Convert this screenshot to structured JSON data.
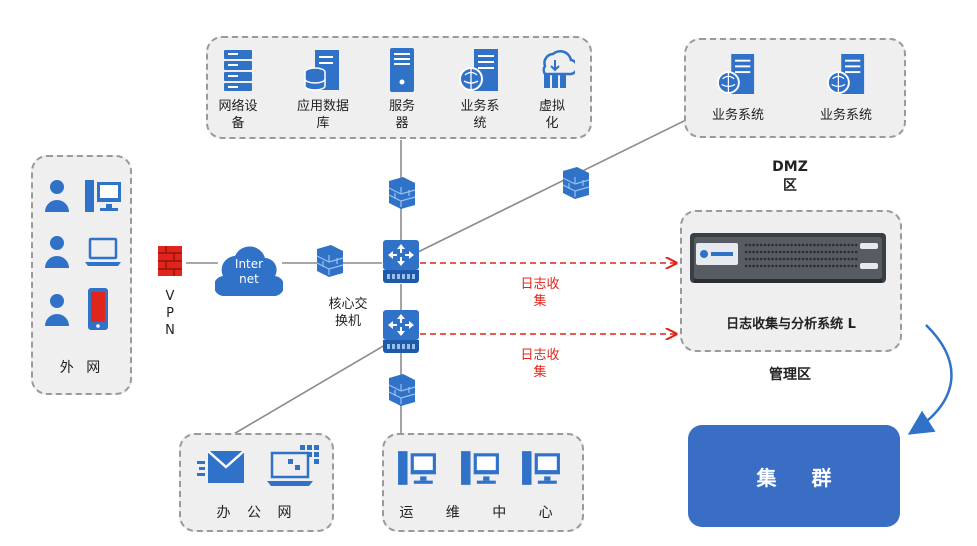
{
  "labels": {
    "network_device": "网络设\n备",
    "app_database": "应用数据\n库",
    "server": "服务\n器",
    "business_system_top": "业务系\n统",
    "virtualization": "虚拟\n化",
    "dmz_business_1": "业务系统",
    "dmz_business_2": "业务系统",
    "dmz_zone": "DMZ\n区",
    "vpn": "V\nP\nN",
    "internet": "Inter\nnet",
    "core_switch": "核心交\n换机",
    "log_collect_1": "日志收\n集",
    "log_collect_2": "日志收\n集",
    "log_system": "日志收集与分析系统 L",
    "management_zone": "管理区",
    "external_network": "外 网",
    "office_network": "办 公 网",
    "ops_center": "运 维 中 心",
    "cluster": "集 群"
  },
  "colors": {
    "icon_blue": "#2f72c8",
    "dash_red": "#e0251c",
    "zone_border": "#9a9a9a",
    "zone_bg": "#efefef",
    "cluster_bg": "#3a6ec4"
  }
}
